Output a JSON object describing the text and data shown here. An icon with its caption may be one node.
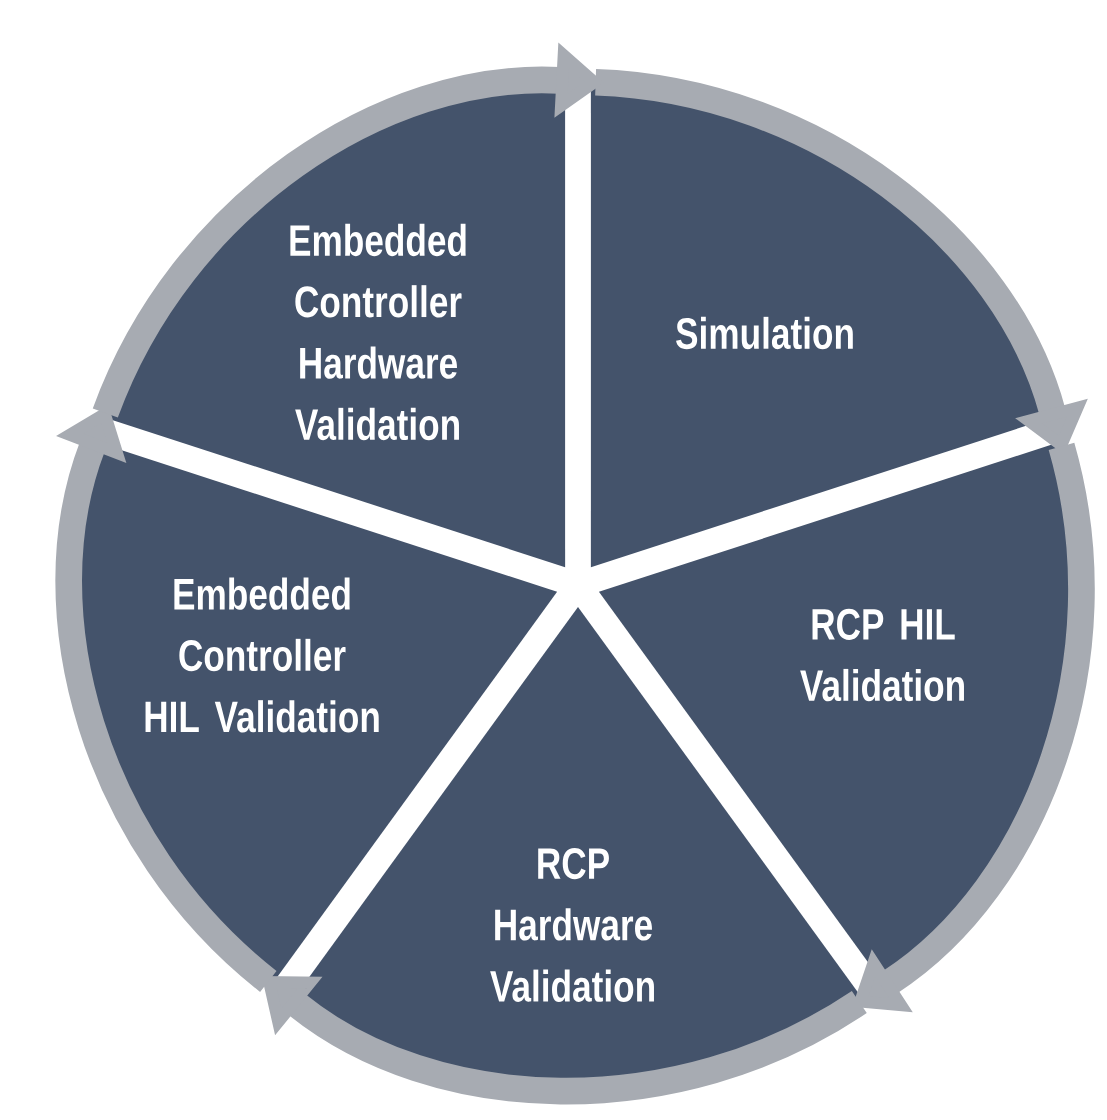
{
  "diagram": {
    "nodes": [
      {
        "text": [
          "Embedded Controller Hardware Validation"
        ]
      },
      {
        "text": [
          "Simulation"
        ]
      },
      {
        "text": [
          "Embedded Controller HIL Validation"
        ]
      },
      {
        "text": [
          "RCP HIL Validation"
        ]
      },
      {
        "text": [
          "RCP Hardware Validation"
        ]
      }
    ],
    "edges": [
      {
        "from": 1,
        "to": 3,
        "arrow": "to"
      },
      {
        "from": 3,
        "to": 4,
        "arrow": "to"
      },
      {
        "from": 4,
        "to": 2,
        "arrow": "to"
      },
      {
        "from": 2,
        "to": 0,
        "arrow": "to"
      },
      {
        "from": 0,
        "to": 1,
        "arrow": "to"
      }
    ]
  }
}
